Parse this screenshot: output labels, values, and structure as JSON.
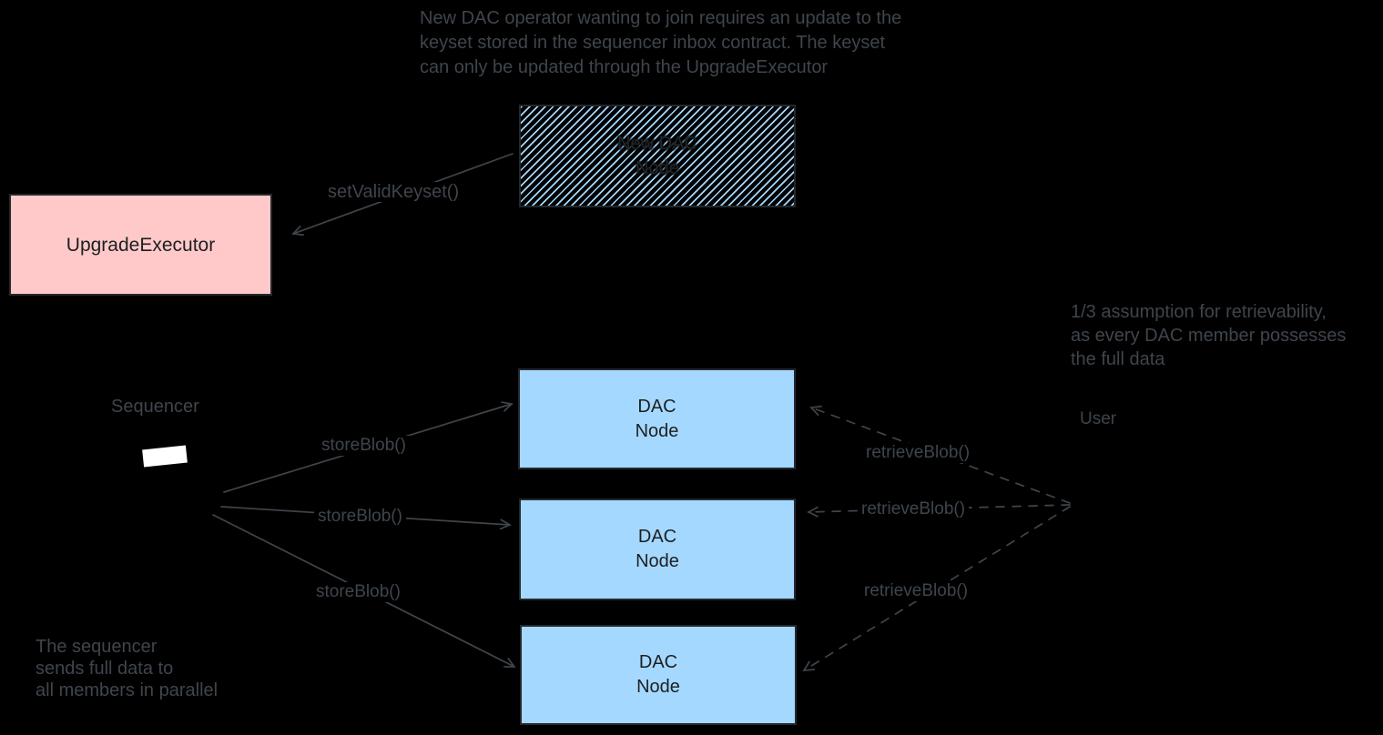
{
  "colors": {
    "background": "#000000",
    "node_blue": "#a5d8ff",
    "node_pink": "#ffc9c9",
    "ink": "#3f454c",
    "box_ink": "#1c1f22",
    "sequencer_shape": "#ffffff"
  },
  "annotations": {
    "top_note": {
      "lines": [
        "New DAC operator wanting to join requires an update to the",
        "keyset stored in the sequencer inbox contract. The keyset",
        "can only be updated through the UpgradeExecutor"
      ]
    },
    "retrievability_note": {
      "lines": [
        "1/3 assumption for retrievability,",
        "as every DAC member possesses",
        "the full data"
      ]
    },
    "parallel_note": {
      "lines": [
        "The sequencer",
        "sends full data to",
        "all members in parallel"
      ]
    }
  },
  "labels": {
    "sequencer": "Sequencer",
    "user": "User",
    "set_valid_keyset": "setValidKeyset()"
  },
  "arrows": {
    "store_blob": [
      "storeBlob()",
      "storeBlob()",
      "storeBlob()"
    ],
    "retrieve_blob": [
      "retrieveBlob()",
      "retrieveBlob()",
      "retrieveBlob()"
    ]
  },
  "nodes": {
    "new_dac_node": {
      "lines": [
        "New DAC",
        "Node"
      ]
    },
    "upgrade_executor": {
      "label": "UpgradeExecutor"
    },
    "dac_nodes": [
      {
        "lines": [
          "DAC",
          "Node"
        ]
      },
      {
        "lines": [
          "DAC",
          "Node"
        ]
      },
      {
        "lines": [
          "DAC",
          "Node"
        ]
      }
    ]
  }
}
